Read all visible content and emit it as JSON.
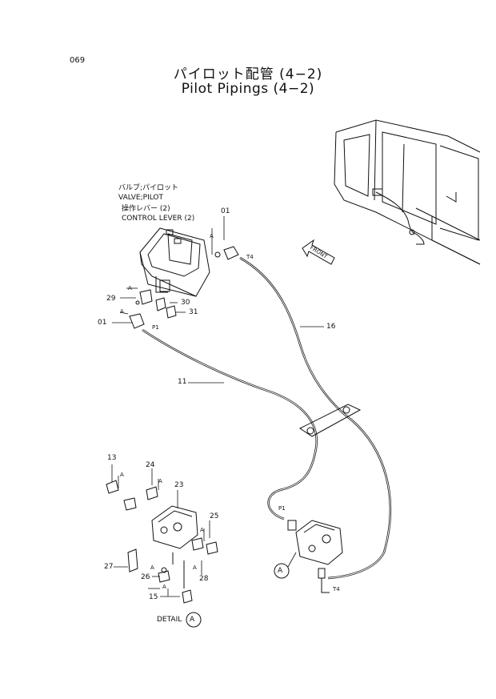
{
  "page_number": "069",
  "title_jp": "パイロット配管 (4−2)",
  "title_en": "Pilot Pipings (4−2)",
  "valve_label_jp": "バルブ;パイロット",
  "valve_label_en": "VALVE;PILOT",
  "lever_label_jp": "操作レバー (2)",
  "lever_label_en": "CONTROL LEVER (2)",
  "front_label": "FRONT",
  "detail_label": "DETAIL",
  "detail_marker": "A",
  "section_marker": "A",
  "port_labels": {
    "p1": "P1",
    "t4": "T4"
  },
  "part_numbers": {
    "p01a": "01",
    "p01b": "01",
    "p29": "29",
    "p30": "30",
    "p31": "31",
    "p16": "16",
    "p11": "11",
    "p13": "13",
    "p24": "24",
    "p23": "23",
    "p25": "25",
    "p27": "27",
    "p26": "26",
    "p28": "28",
    "p15": "15"
  }
}
